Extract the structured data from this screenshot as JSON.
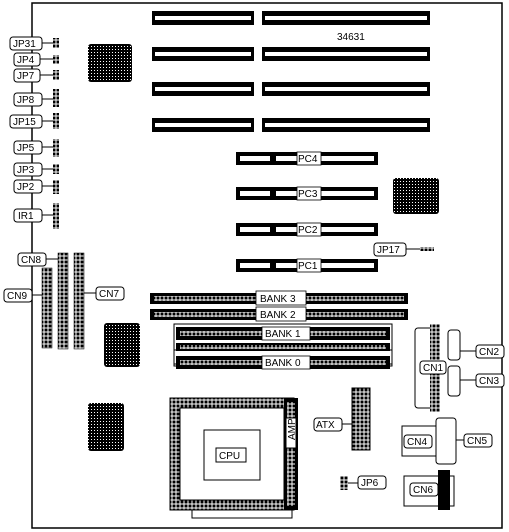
{
  "board_number": "34631",
  "jumpers": {
    "jp31": "JP31",
    "jp4": "JP4",
    "jp7": "JP7",
    "jp8": "JP8",
    "jp15": "JP15",
    "jp5": "JP5",
    "jp3": "JP3",
    "jp2": "JP2",
    "ir1": "IR1",
    "jp17": "JP17",
    "jp6": "JP6"
  },
  "connectors": {
    "cn8": "CN8",
    "cn9": "CN9",
    "cn7": "CN7",
    "cn1": "CN1",
    "cn2": "CN2",
    "cn3": "CN3",
    "cn4": "CN4",
    "cn5": "CN5",
    "cn6": "CN6",
    "atx": "ATX"
  },
  "pci_slots": {
    "pc4": "PC4",
    "pc3": "PC3",
    "pc2": "PC2",
    "pc1": "PC1"
  },
  "memory_banks": {
    "bank3": "BANK 3",
    "bank2": "BANK 2",
    "bank1": "BANK 1",
    "bank0": "BANK 0"
  },
  "cpu": {
    "label": "CPU",
    "socket_label": "AMP"
  }
}
